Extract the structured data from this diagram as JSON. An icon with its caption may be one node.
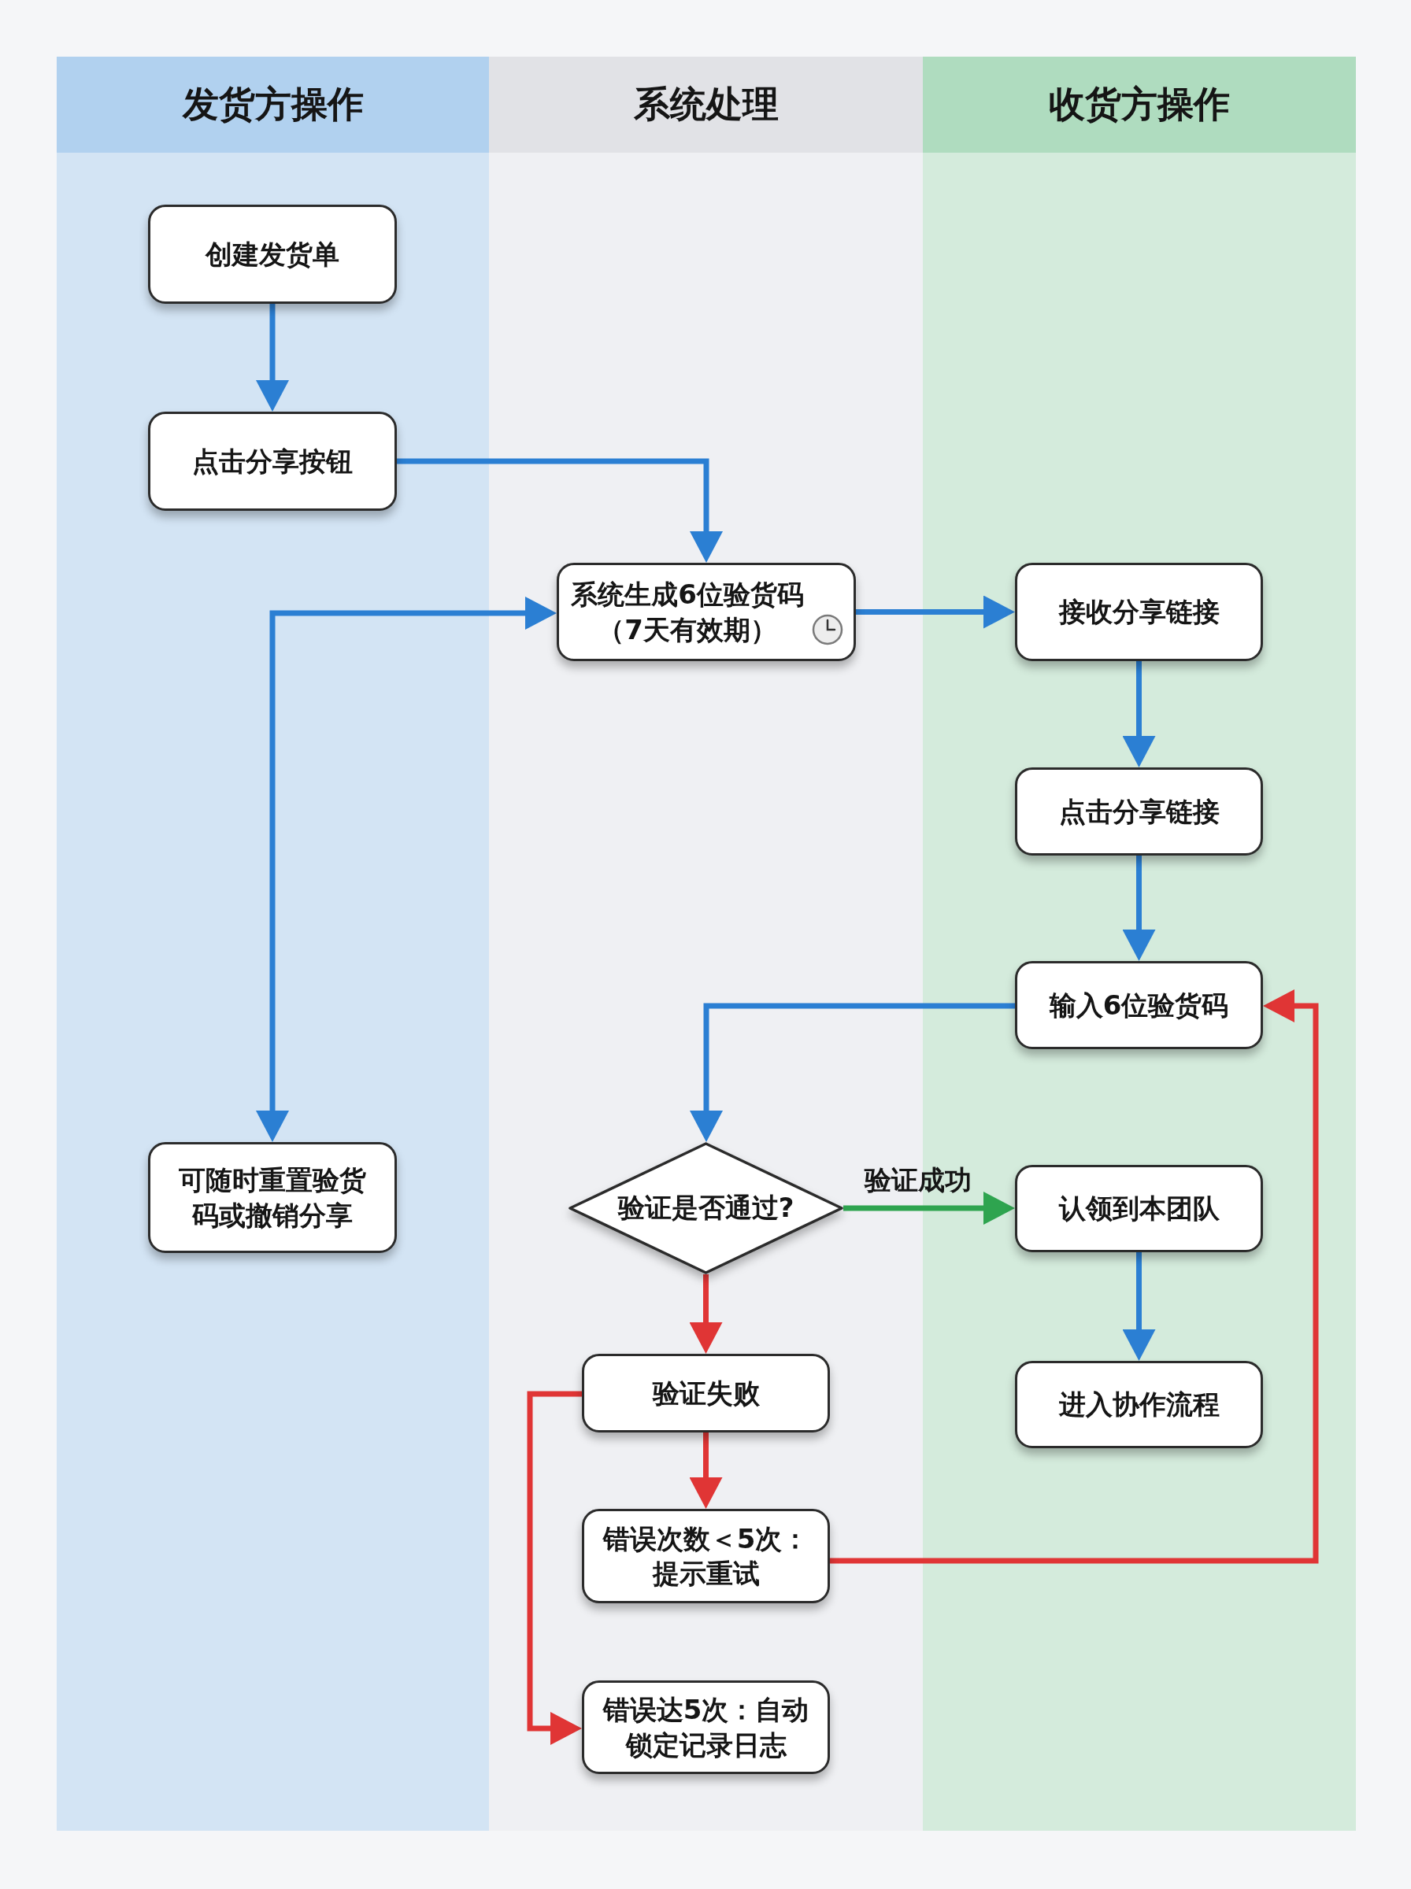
{
  "diagram": {
    "nodes": [
      {
        "text": [
          "发货方操作"
        ]
      },
      {
        "text": [
          "系统处理"
        ]
      },
      {
        "text": [
          "收货方操作"
        ]
      },
      {
        "text": [
          "创建发货单"
        ],
        "in": 0
      },
      {
        "text": [
          "点击分享按钮"
        ],
        "in": 0
      },
      {
        "text": [
          "系统生成6位验货码（7天有效期）"
        ],
        "in": 1
      },
      {
        "text": [
          "接收分享链接"
        ],
        "in": 2
      },
      {
        "text": [
          "点击分享链接"
        ],
        "in": 2
      },
      {
        "text": [
          "输入6位验货码"
        ],
        "in": 2
      },
      {
        "text": [
          "可随时重置验货码或撤销分享"
        ],
        "in": 0
      },
      {
        "text": [
          "验证是否通过?"
        ],
        "in": 1
      },
      {
        "text": [
          "认领到本团队"
        ],
        "in": 2
      },
      {
        "text": [
          "验证失败"
        ],
        "in": 1
      },
      {
        "text": [
          "进入协作流程"
        ],
        "in": 2
      },
      {
        "text": [
          "错误次数＜5次：提示重试"
        ],
        "in": 1
      },
      {
        "text": [
          "错误达5次：自动锁定记录日志"
        ],
        "in": 1
      }
    ],
    "edges": [
      {
        "from": 3,
        "to": 4,
        "arrow": "to"
      },
      {
        "from": 4,
        "to": 5,
        "arrow": "to"
      },
      {
        "from": 5,
        "to": 9,
        "arrow": "both"
      },
      {
        "from": 5,
        "to": 6,
        "arrow": "to"
      },
      {
        "from": 6,
        "to": 7,
        "arrow": "to"
      },
      {
        "from": 7,
        "to": 8,
        "arrow": "to"
      },
      {
        "from": 8,
        "to": 10,
        "arrow": "to"
      },
      {
        "from": 10,
        "to": 11,
        "arrow": "to",
        "label": "验证成功",
        "color": "#2ea44f"
      },
      {
        "from": 10,
        "to": 12,
        "arrow": "to",
        "color": "#e03535"
      },
      {
        "from": 12,
        "to": 14,
        "arrow": "to",
        "color": "#e03535"
      },
      {
        "from": 12,
        "to": 15,
        "arrow": "to",
        "color": "#e03535"
      },
      {
        "from": 14,
        "to": 8,
        "arrow": "to",
        "color": "#e03535"
      },
      {
        "from": 11,
        "to": 13,
        "arrow": "to"
      }
    ]
  }
}
